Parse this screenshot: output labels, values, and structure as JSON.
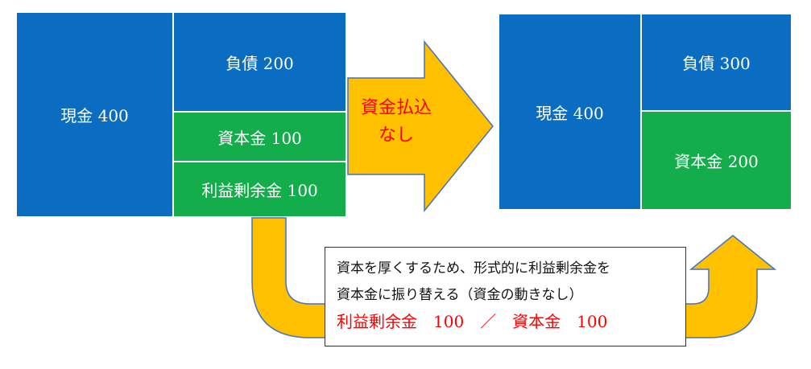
{
  "before": {
    "cash": "現金 400",
    "liabilities": "負債 200",
    "capital": "資本金 100",
    "retained_earnings": "利益剰余金 100"
  },
  "middle_arrow": {
    "line1": "資金払込",
    "line2": "なし"
  },
  "after": {
    "cash": "現金 400",
    "liabilities": "負債 300",
    "capital": "資本金 200"
  },
  "note": {
    "line1": "資本を厚くするため、形式的に利益剰余金を",
    "line2": "資本金に振り替える（資金の動きなし）",
    "journal": "利益剰余金　100　／　資本金　100"
  },
  "colors": {
    "asset_blue": "#0a6dc2",
    "equity_green": "#14ad4b",
    "arrow_fill": "#ffc000",
    "arrow_stroke": "#4472c4",
    "highlight_red": "#ff0000"
  }
}
